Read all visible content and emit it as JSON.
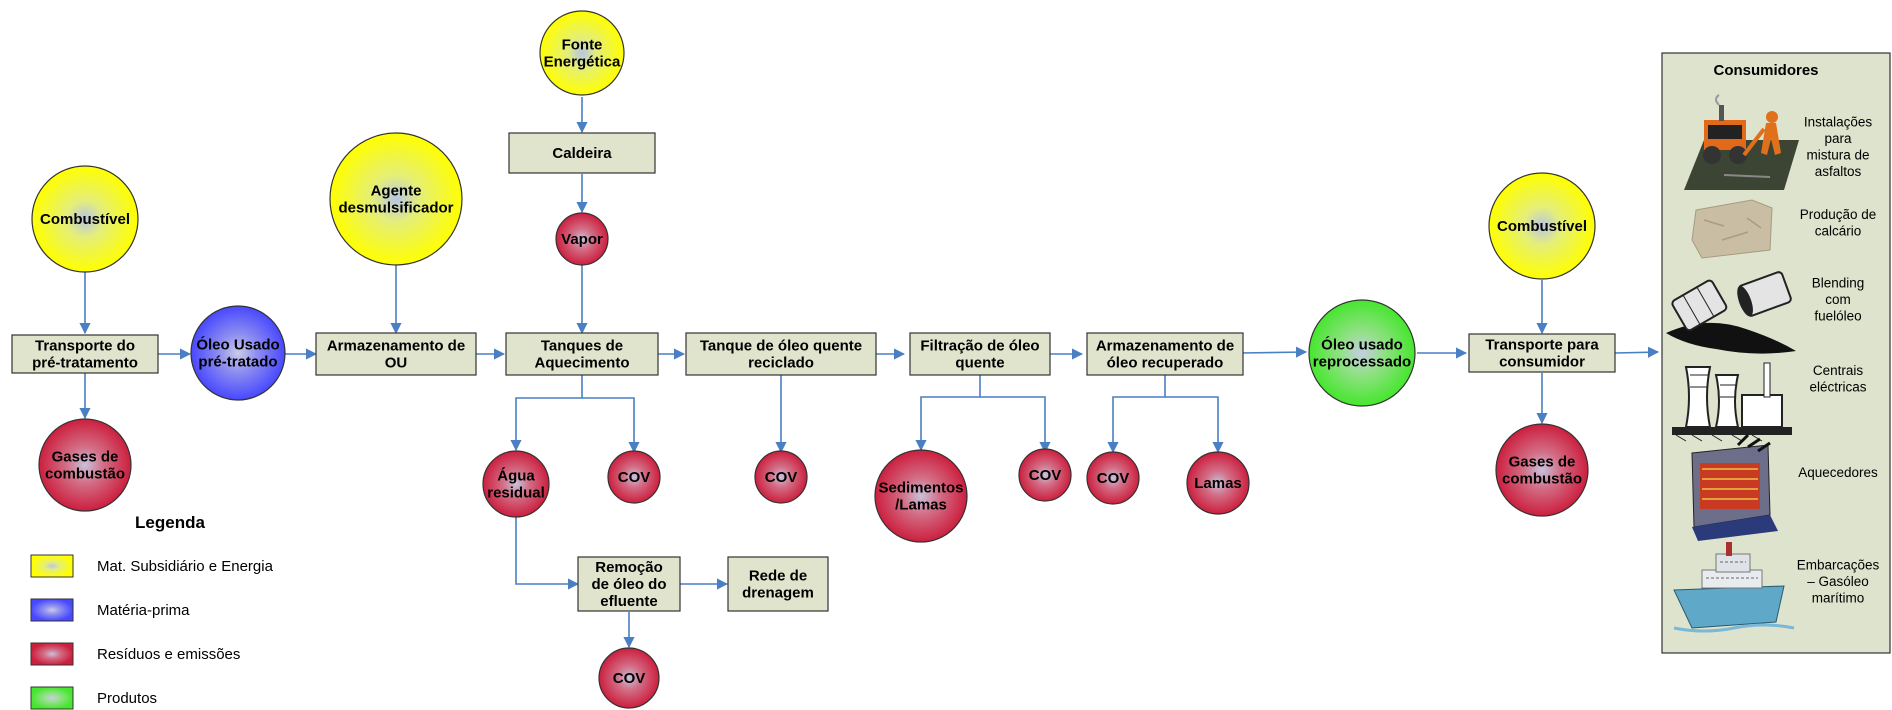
{
  "colors": {
    "subsidiary": "#ffff00",
    "raw": "#5a5aff",
    "waste": "#d02845",
    "product": "#55e840",
    "box_fill": "#e0e4cc",
    "arrow": "#4a7fc4",
    "consumer_panel": "#dde3cc"
  },
  "nodes": {
    "fonte": [
      "Fonte",
      "Energética"
    ],
    "caldeira": [
      "Caldeira"
    ],
    "vapor": [
      "Vapor"
    ],
    "agente": [
      "Agente",
      "desmulsificador"
    ],
    "comb1": [
      "Combustível"
    ],
    "comb2": [
      "Combustível"
    ],
    "transporte_pre": [
      "Transporte do",
      "pré-tratamento"
    ],
    "oleo_usado_pre": [
      "Óleo Usado",
      "pré-tratado"
    ],
    "armaz_ou": [
      "Armazenamento de",
      "OU"
    ],
    "tanques_aquec": [
      "Tanques de",
      "Aquecimento"
    ],
    "tanque_oleo": [
      "Tanque de óleo quente",
      "reciclado"
    ],
    "filtracao": [
      "Filtração de óleo",
      "quente"
    ],
    "armaz_recup": [
      "Armazenamento de",
      "óleo recuperado"
    ],
    "oleo_reproc": [
      "Óleo usado",
      "reprocessado"
    ],
    "transporte_cons": [
      "Transporte para",
      "consumidor"
    ],
    "gases1": [
      "Gases de",
      "combustão"
    ],
    "gases2": [
      "Gases de",
      "combustão"
    ],
    "agua_residual": [
      "Água",
      "residual"
    ],
    "cov_tanques": [
      "COV"
    ],
    "cov_tanque_oleo": [
      "COV"
    ],
    "sedimentos": [
      "Sedimentos",
      "/Lamas"
    ],
    "cov_filtracao": [
      "COV"
    ],
    "cov_armaz": [
      "COV"
    ],
    "lamas": [
      "Lamas"
    ],
    "remocao": [
      "Remoção",
      "de óleo do",
      "efluente"
    ],
    "rede": [
      "Rede de",
      "drenagem"
    ],
    "cov_remocao": [
      "COV"
    ]
  },
  "legend": {
    "title": "Legenda",
    "items": [
      {
        "label": "Mat. Subsidiário e Energia",
        "color": "#ffff00"
      },
      {
        "label": "Matéria-prima",
        "color": "#5a5aff"
      },
      {
        "label": "Resíduos e emissões",
        "color": "#d02845"
      },
      {
        "label": "Produtos",
        "color": "#55e840"
      }
    ]
  },
  "consumers": {
    "title": "Consumidores",
    "items": [
      {
        "icon": "asphalt-plant-icon",
        "lines": [
          "Instalações",
          "para",
          "mistura de",
          "asfaltos"
        ]
      },
      {
        "icon": "limestone-icon",
        "lines": [
          "Produção de",
          "calcário"
        ]
      },
      {
        "icon": "oil-barrels-icon",
        "lines": [
          "Blending",
          "com",
          "fuelóleo"
        ]
      },
      {
        "icon": "power-plant-icon",
        "lines": [
          "Centrais",
          "eléctricas"
        ]
      },
      {
        "icon": "heater-icon",
        "lines": [
          "Aquecedores"
        ]
      },
      {
        "icon": "ship-icon",
        "lines": [
          "Embarcações",
          "– Gasóleo",
          "marítimo"
        ]
      }
    ]
  }
}
